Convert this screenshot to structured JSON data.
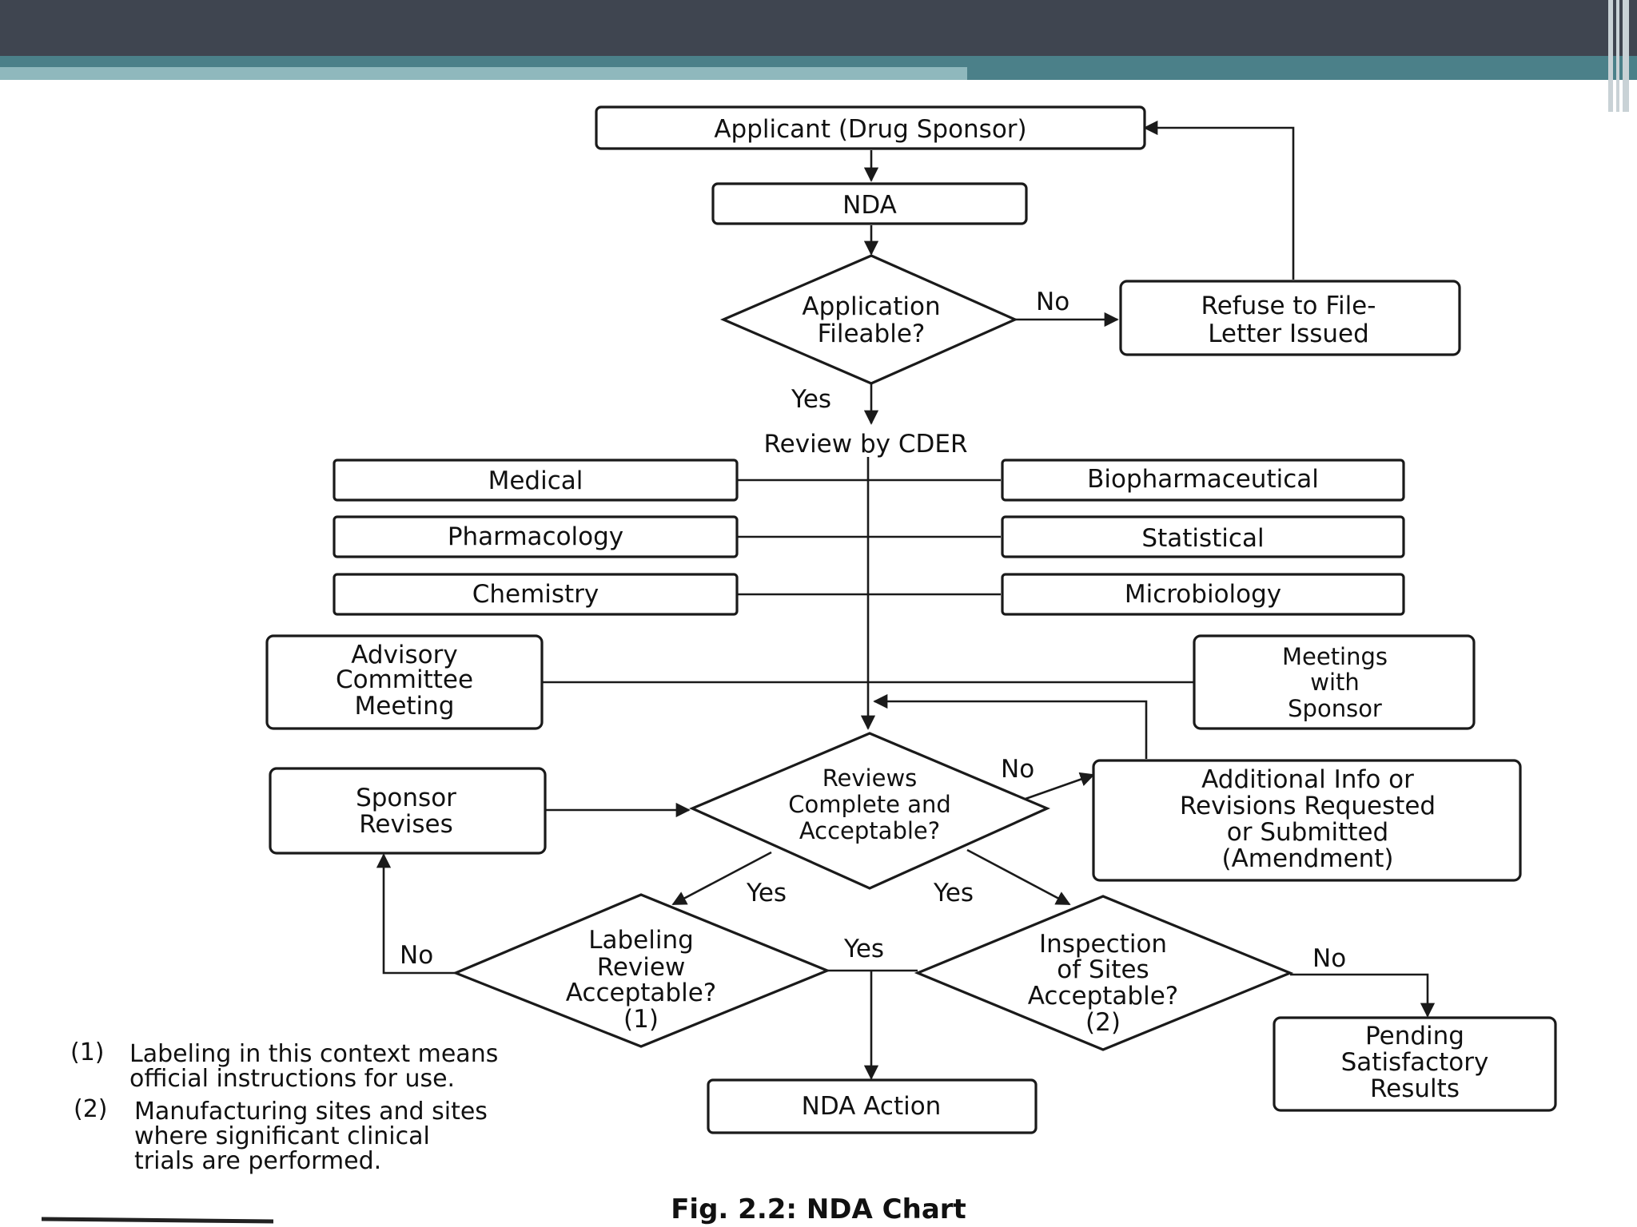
{
  "nodes": {
    "applicant": "Applicant (Drug Sponsor)",
    "nda": "NDA",
    "application_fileable": [
      "Application",
      "Fileable?"
    ],
    "refuse_to_file": [
      "Refuse to File-",
      "Letter Issued"
    ],
    "review_by_cder": "Review by CDER",
    "medical": "Medical",
    "pharmacology": "Pharmacology",
    "chemistry": "Chemistry",
    "biopharmaceutical": "Biopharmaceutical",
    "statistical": "Statistical",
    "microbiology": "Microbiology",
    "advisory_committee": [
      "Advisory",
      "Committee",
      "Meeting"
    ],
    "meetings_with_sponsor": [
      "Meetings",
      "with",
      "Sponsor"
    ],
    "sponsor_revises": [
      "Sponsor",
      "Revises"
    ],
    "reviews_complete": [
      "Reviews",
      "Complete and",
      "Acceptable?"
    ],
    "additional_info": [
      "Additional Info or",
      "Revisions Requested",
      "or Submitted",
      "(Amendment)"
    ],
    "labeling_review": [
      "Labeling",
      "Review",
      "Acceptable?",
      "(1)"
    ],
    "inspection_sites": [
      "Inspection",
      "of Sites",
      "Acceptable?",
      "(2)"
    ],
    "nda_action": "NDA Action",
    "pending_results": [
      "Pending",
      "Satisfactory",
      "Results"
    ]
  },
  "edge_labels": {
    "fileable_no": "No",
    "fileable_yes": "Yes",
    "reviews_no": "No",
    "reviews_yes_left": "Yes",
    "reviews_yes_right": "Yes",
    "labeling_no": "No",
    "center_yes": "Yes",
    "inspection_no": "No"
  },
  "notes": [
    {
      "mark": "(1)",
      "text": "Labeling in this context means\nofficial instructions for use."
    },
    {
      "mark": "(2)",
      "text": "Manufacturing sites and sites\nwhere significant clinical\ntrials are performed."
    }
  ],
  "caption": "Fig. 2.2: NDA Chart"
}
